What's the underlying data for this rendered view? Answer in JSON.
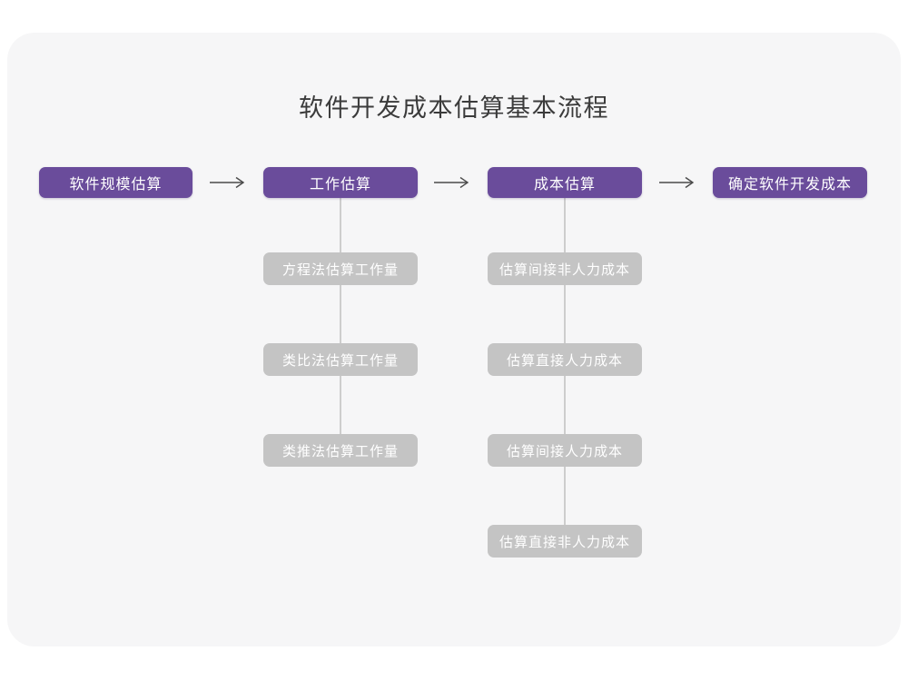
{
  "page": {
    "title": "软件开发成本估算基本流程"
  },
  "colors": {
    "card_background": "#F6F6F7",
    "primary_purple": "#6A4C9B",
    "secondary_gray": "#C4C4C4",
    "connector_line": "#CDCDCD",
    "arrow": "#4A4A4A",
    "title_text": "#3B3B3B",
    "node_text": "#FFFFFF"
  },
  "icons": {
    "flow_arrow": "arrow-right-icon"
  },
  "flow": {
    "main_steps": [
      {
        "label": "软件规模估算"
      },
      {
        "label": "工作估算"
      },
      {
        "label": "成本估算"
      },
      {
        "label": "确定软件开发成本"
      }
    ],
    "work_estimation_methods": [
      {
        "label": "方程法估算工作量"
      },
      {
        "label": "类比法估算工作量"
      },
      {
        "label": "类推法估算工作量"
      }
    ],
    "cost_estimation_items": [
      {
        "label": "估算间接非人力成本"
      },
      {
        "label": "估算直接人力成本"
      },
      {
        "label": "估算间接人力成本"
      },
      {
        "label": "估算直接非人力成本"
      }
    ]
  }
}
